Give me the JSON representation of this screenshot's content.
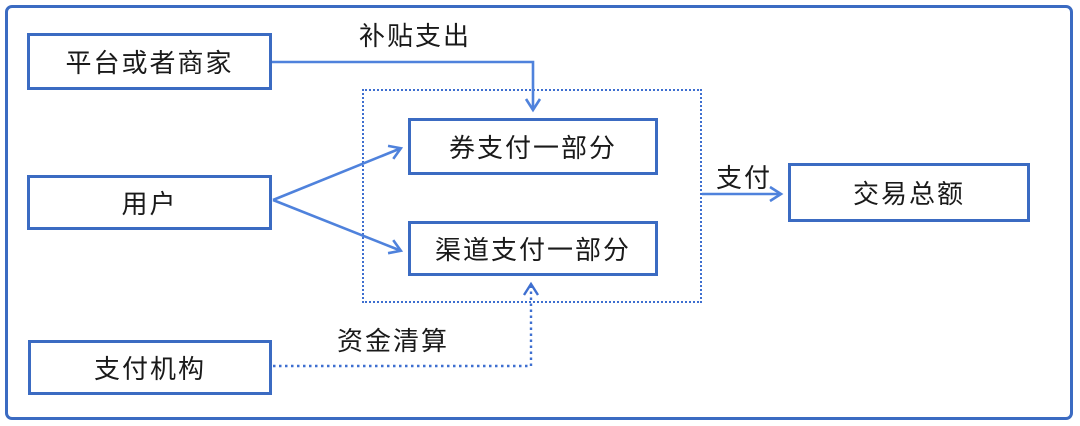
{
  "diagram": {
    "boxes": [
      {
        "id": "platform",
        "label": "平台或者商家"
      },
      {
        "id": "user",
        "label": "用户"
      },
      {
        "id": "payment-institution",
        "label": "支付机构"
      },
      {
        "id": "voucher-part",
        "label": "券支付一部分"
      },
      {
        "id": "channel-part",
        "label": "渠道支付一部分"
      },
      {
        "id": "transaction-total",
        "label": "交易总额"
      }
    ],
    "edges": [
      {
        "id": "subsidy",
        "label": "补贴支出",
        "from": "platform",
        "to": "voucher-part",
        "style": "solid"
      },
      {
        "id": "user-to-voucher",
        "label": "",
        "from": "user",
        "to": "voucher-part",
        "style": "solid"
      },
      {
        "id": "user-to-channel",
        "label": "",
        "from": "user",
        "to": "channel-part",
        "style": "solid"
      },
      {
        "id": "pay",
        "label": "支付",
        "from": "payment-group",
        "to": "transaction-total",
        "style": "solid"
      },
      {
        "id": "settlement",
        "label": "资金清算",
        "from": "payment-institution",
        "to": "channel-part",
        "style": "dotted"
      }
    ],
    "group": {
      "id": "payment-group",
      "contains": [
        "voucher-part",
        "channel-part"
      ],
      "style": "dotted"
    },
    "colors": {
      "box_border": "#3b6bc2",
      "arrow": "#4f82dc",
      "dotted": "#3e6fd0",
      "text": "#1a1a1a",
      "background": "#ffffff"
    }
  }
}
